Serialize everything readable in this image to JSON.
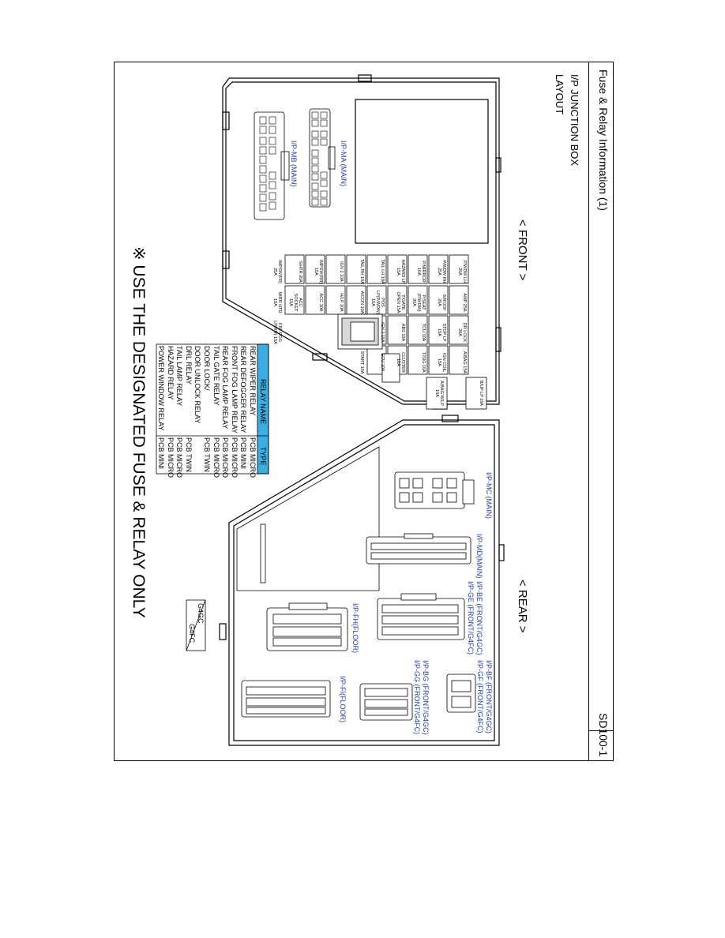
{
  "header": {
    "title": "Fuse & Relay Information (1)",
    "code": "SD100-1",
    "subtitle": "I/P JUNCTION BOX",
    "layout": "LAYOUT"
  },
  "labels": {
    "front": "< FRONT >",
    "rear": "< REAR >",
    "note": "※ USE THE DESIGNATED FUSE & RELAY ONLY",
    "variant_top": "G4GC",
    "variant_bottom": "G4FC"
  },
  "connectors": {
    "ip_ma": "I/P-MA (MAIN)",
    "ip_mb": "I/P-MB (MAIN)",
    "ip_mc": "I/P-MC (MAIN)",
    "ip_md": "I/P-MD(MAIN)",
    "ip_be": "I/P-BE (FRONT/G4GC)",
    "ip_ge": "I/P-GE (FRONT/G4FC)",
    "ip_bf": "I/P-BF (FRONT/G4GC)",
    "ip_gf": "I/P-GF (FRONT/G4FC)",
    "ip_fh": "I/P-FH(FLOOR)",
    "ip_bg": "I/P-BG (FRONT/G4GC)",
    "ip_gg": "I/P-GG (FRONT/G4FC)",
    "ip_fi": "I/P-FI(FLOOR)"
  },
  "fuses": [
    [
      "P/WDW LH 25A",
      "AMP 25A",
      "DR LOCK 20A",
      "A/BAG 15A"
    ],
    [
      "P/WDW RH 25A",
      "S/ROOF 20A",
      "STOP LP 15A",
      "IGN COIL 15A"
    ],
    [
      "P/MIRROR 10A",
      "P/SEAT (P/WDW) 20A",
      "TCU 10A",
      "T/SIG 10A"
    ],
    [
      "HAZARD LP 15A",
      "T/GATE OPEN 15A",
      "ABS 10A",
      "CLUSTER 10A"
    ],
    [
      "TAIL LH 10A",
      "POS LP(P/WDW) 15A",
      "IGN 1 15A",
      "ECU 10A"
    ],
    [
      "TAIL RH 10A",
      "A/CON 10A",
      "",
      "START 10A"
    ],
    [
      "IGN 2 10A",
      "H/LP 10A",
      "",
      ""
    ],
    [
      "IMPSW(RR) 15A",
      "ACC 10A",
      "",
      ""
    ],
    [
      "S/HTR 20A",
      "ACC SOCKET 15A",
      "",
      ""
    ],
    [
      "IMPSW(FR) 25A",
      "MIRR HTD 10A",
      "FRT FOG LP(RR) 15A",
      ""
    ]
  ],
  "side_fuses": [
    "B/UP LP 10A",
    "A/BAG W/LP 10A"
  ],
  "relay_table": {
    "headers": [
      "RELAY NAME",
      "TYPE"
    ],
    "rows": [
      [
        "REAR WIPER RELAY",
        "PCB MICRO"
      ],
      [
        "REAR DEFOGGER RELAY",
        "PCB MINI"
      ],
      [
        "FRONT FOG LAMP RELAY",
        "PCB MICRO"
      ],
      [
        "REAR FOG LAMP RELAY",
        "PCB MICRO"
      ],
      [
        "TAIL GATE RELAY",
        "PCB MICRO"
      ],
      [
        "DOOR LOCK/",
        "PCB TWIN"
      ],
      [
        "DOOR UNLOCK RELAY",
        ""
      ],
      [
        "DRL RELAY",
        "PCB TWIN"
      ],
      [
        "TAIL LAMP RELAY",
        "PCB MICRO"
      ],
      [
        "HAZARD RELAY",
        "PCB MICRO"
      ],
      [
        "POWER WINDOW RELAY",
        "PCB MINI"
      ]
    ]
  },
  "colors": {
    "connector_label": "#1f3fa8",
    "table_header": "#3aaee0"
  }
}
